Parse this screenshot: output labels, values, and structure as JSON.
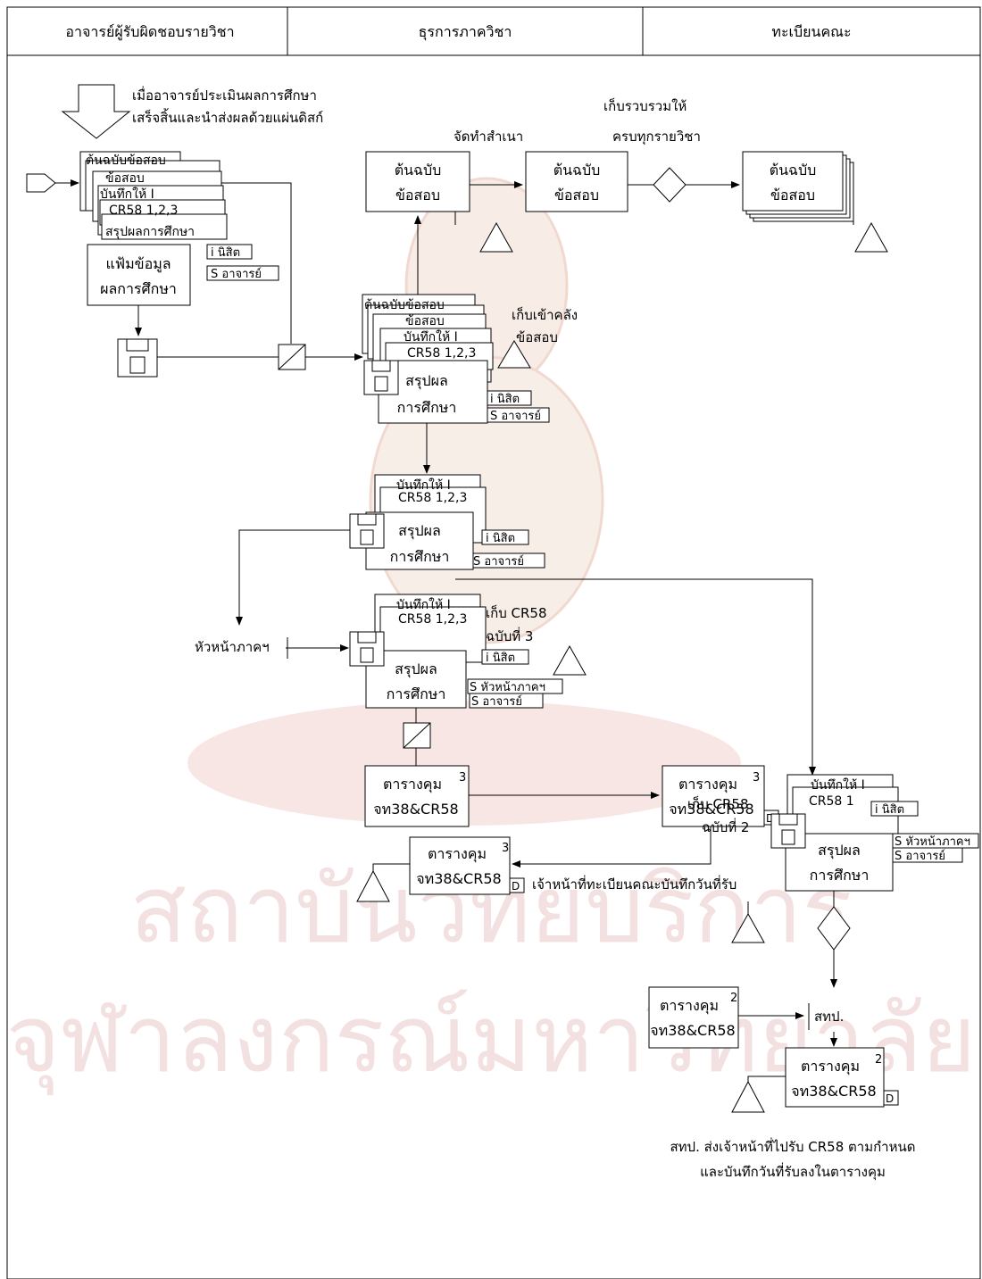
{
  "header": {
    "col1": "อาจารย์ผู้รับผิดชอบรายวิชา",
    "col2": "ธุรการภาควิชา",
    "col3": "ทะเบียนคณะ"
  },
  "watermark": {
    "line1": "สถาบันวิทยบริการ",
    "line2": "จุฬาลงกรณ์มหาวิทยาลัย"
  },
  "notes": {
    "start_line1": "เมื่ออาจารย์ประเมินผลการศึกษา",
    "start_line2": "เสร็จสิ้นและนำส่งผลด้วยแผ่นดิสก์",
    "copy": "จัดทำสำเนา",
    "collect_line1": "เก็บรวบรวมให้",
    "collect_line2": "ครบทุกรายวิชา",
    "store_line1": "เก็บเข้าคลัง",
    "store_line2": "ข้อสอบ",
    "keep_cr58_3_line1": "เก็บ CR58",
    "keep_cr58_3_line2": "ฉบับที่ 3",
    "keep_cr58_2_line1": "เก็บ CR58",
    "keep_cr58_2_line2": "ฉบับที่ 2",
    "registrar_record": "เจ้าหน้าที่ทะเบียนคณะบันทึกวันที่รับ",
    "sthp_line1": "สทป. ส่งเจ้าหน้าที่ไปรับ CR58 ตามกำหนด",
    "sthp_line2": "และบันทึกวันที่รับลงในตารางคุม"
  },
  "actors": {
    "dept_head": "หัวหน้าภาคฯ",
    "sthp": "สทป."
  },
  "docs": {
    "exam_original": "ต้นฉบับข้อสอบ",
    "exam": "ข้อสอบ",
    "memo": "บันทึกให้ I",
    "cr58_123": "CR58   1,2,3",
    "cr58_1": "CR58        1",
    "summary": "สรุปผลการศึกษา",
    "file_line1": "แฟ้มข้อมูล",
    "file_line2": "ผลการศึกษา",
    "summary_line1": "สรุปผล",
    "summary_line2": "การศึกษา",
    "original_line1": "ต้นฉบับ",
    "original_line2": "ข้อสอบ",
    "i_student": "i นิสิต",
    "s_teacher": "S อาจารย์",
    "s_head": "S หัวหน้าภาคฯ",
    "control_line1": "ตารางคุม",
    "control_line2": "จท38&CR58",
    "sup3": "3",
    "sup2": "2",
    "d": "D"
  }
}
